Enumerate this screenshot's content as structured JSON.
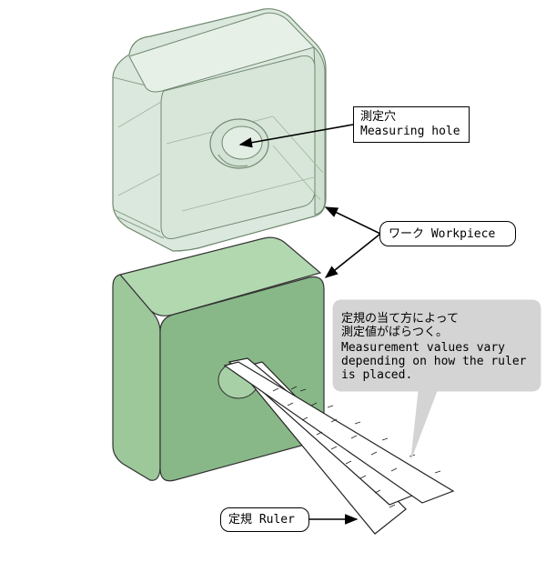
{
  "labels": {
    "measuring_hole": {
      "jp": "測定穴",
      "en": "Measuring hole"
    },
    "workpiece": "ワーク Workpiece",
    "ruler": "定規 Ruler"
  },
  "callout": {
    "line1": "定規の当て方によって",
    "line2": "測定値がばらつく。",
    "line3": "Measurement values vary",
    "line4": "depending on how the ruler",
    "line5": "is placed."
  },
  "colors": {
    "transparent_block_fill": "#dbe8dd",
    "transparent_block_edge": "#708870",
    "solid_block_front": "#88b888",
    "solid_block_top": "#b2d8b0",
    "solid_block_side": "#9cc89a",
    "callout_bg": "#d4d4d4",
    "ruler_fill": "#ffffff"
  }
}
